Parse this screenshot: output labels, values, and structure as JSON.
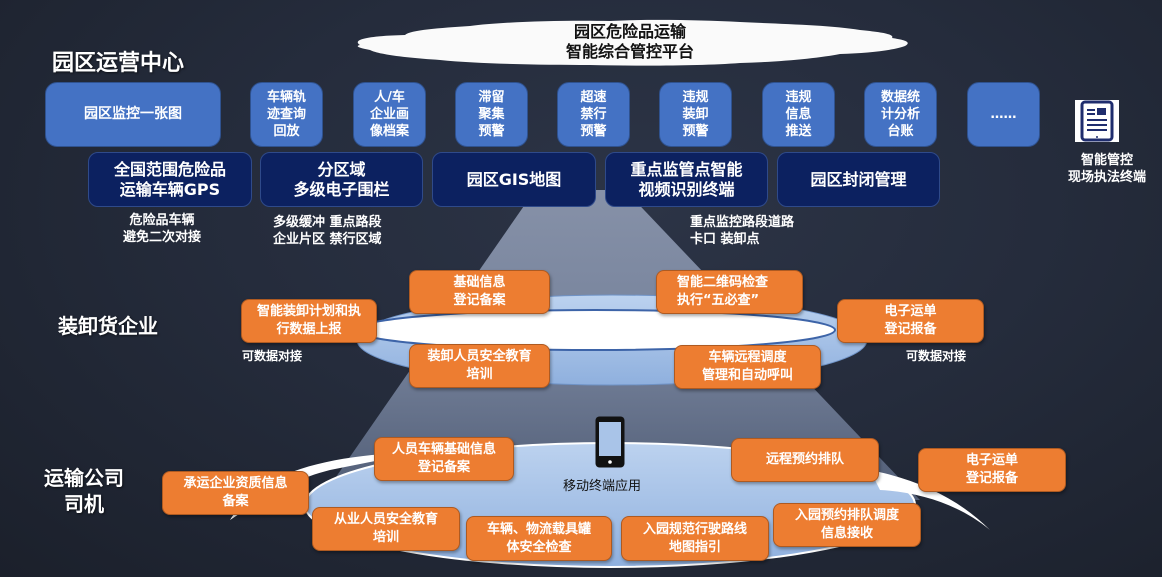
{
  "platform": {
    "title": "园区危险品运输\n智能综合管控平台"
  },
  "sections": {
    "operations_center": "园区运营中心",
    "loading_enterprise": "装卸货企业",
    "transport_company": "运输公司\n司机"
  },
  "top_row": [
    {
      "label": "园区监控一张图"
    },
    {
      "label": "车辆轨\n迹查询\n回放"
    },
    {
      "label": "人/车\n企业画\n像档案"
    },
    {
      "label": "滞留\n聚集\n预警"
    },
    {
      "label": "超速\n禁行\n预警"
    },
    {
      "label": "违规\n装卸\n预警"
    },
    {
      "label": "违规\n信息\n推送"
    },
    {
      "label": "数据统\n计分析\n台账"
    },
    {
      "label": "……"
    }
  ],
  "second_row": [
    {
      "label": "全国范围危险品\n运输车辆GPS",
      "note": "危险品车辆\n避免二次对接"
    },
    {
      "label": "分区域\n多级电子围栏",
      "note": "多级缓冲 重点路段\n企业片区 禁行区域"
    },
    {
      "label": "园区GIS地图"
    },
    {
      "label": "重点监管点智能\n视频识别终端",
      "note": "重点监控路段道路\n卡口 装卸点"
    },
    {
      "label": "园区封闭管理"
    }
  ],
  "field_terminal": {
    "icon": "tablet-document-icon",
    "label": "智能管控\n现场执法终端"
  },
  "enterprise_items": [
    {
      "label": "智能装卸计划和执\n行数据上报"
    },
    {
      "label": "基础信息\n登记备案"
    },
    {
      "label": "装卸人员安全教育\n培训"
    },
    {
      "label": "智能二维码检查\n执行“五必查”"
    },
    {
      "label": "车辆远程调度\n管理和自动呼叫"
    },
    {
      "label": "电子运单\n登记报备"
    }
  ],
  "enterprise_notes": {
    "left": "可数据对接",
    "right": "可数据对接"
  },
  "mobile_app": {
    "icon": "smartphone-icon",
    "label": "移动终端应用"
  },
  "transport_items": [
    {
      "label": "承运企业资质信息\n备案"
    },
    {
      "label": "人员车辆基础信息\n登记备案"
    },
    {
      "label": "从业人员安全教育\n培训"
    },
    {
      "label": "车辆、物流载具罐\n体安全检查"
    },
    {
      "label": "入园规范行驶路线\n地图指引"
    },
    {
      "label": "远程预约排队"
    },
    {
      "label": "入园预约排队调度\n信息接收"
    },
    {
      "label": "电子运单\n登记报备"
    }
  ],
  "colors": {
    "top_box": "#4472c4",
    "mid_box": "#0c2160",
    "orange": "#ed7d31",
    "ellipse": "#a9c4e8"
  }
}
